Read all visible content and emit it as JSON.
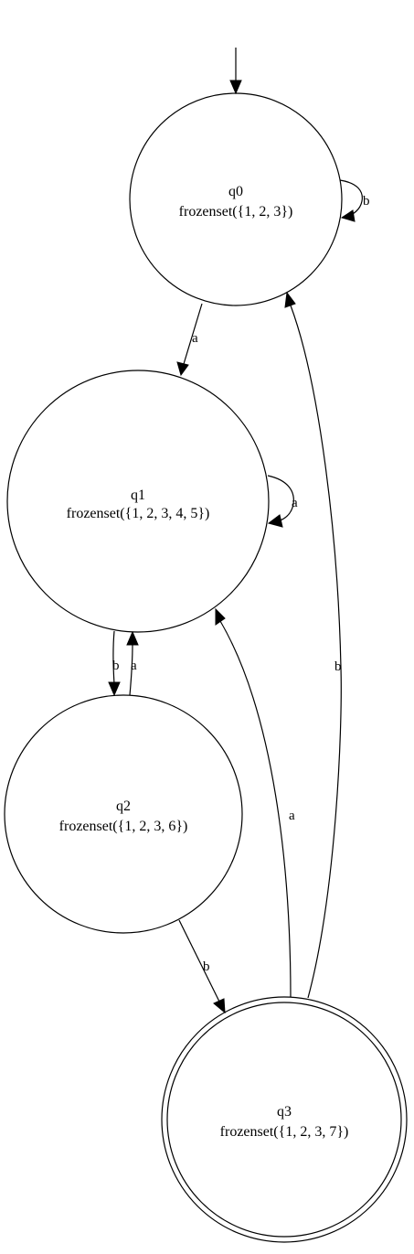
{
  "states": [
    {
      "id": "q0",
      "name": "q0",
      "set_label": "frozenset({1, 2, 3})",
      "initial": true,
      "accepting": false
    },
    {
      "id": "q1",
      "name": "q1",
      "set_label": "frozenset({1, 2, 3, 4, 5})",
      "initial": false,
      "accepting": false
    },
    {
      "id": "q2",
      "name": "q2",
      "set_label": "frozenset({1, 2, 3, 6})",
      "initial": false,
      "accepting": false
    },
    {
      "id": "q3",
      "name": "q3",
      "set_label": "frozenset({1, 2, 3, 7})",
      "initial": false,
      "accepting": true
    }
  ],
  "transitions": [
    {
      "id": "t_q0_q0",
      "from": "q0",
      "to": "q0",
      "symbol": "b"
    },
    {
      "id": "t_q0_q1",
      "from": "q0",
      "to": "q1",
      "symbol": "a"
    },
    {
      "id": "t_q1_q1",
      "from": "q1",
      "to": "q1",
      "symbol": "a"
    },
    {
      "id": "t_q1_q2",
      "from": "q1",
      "to": "q2",
      "symbol": "b"
    },
    {
      "id": "t_q2_q1",
      "from": "q2",
      "to": "q1",
      "symbol": "a"
    },
    {
      "id": "t_q2_q3",
      "from": "q2",
      "to": "q3",
      "symbol": "b"
    },
    {
      "id": "t_q3_q1",
      "from": "q3",
      "to": "q1",
      "symbol": "a"
    },
    {
      "id": "t_q3_q0",
      "from": "q3",
      "to": "q0",
      "symbol": "b"
    }
  ]
}
